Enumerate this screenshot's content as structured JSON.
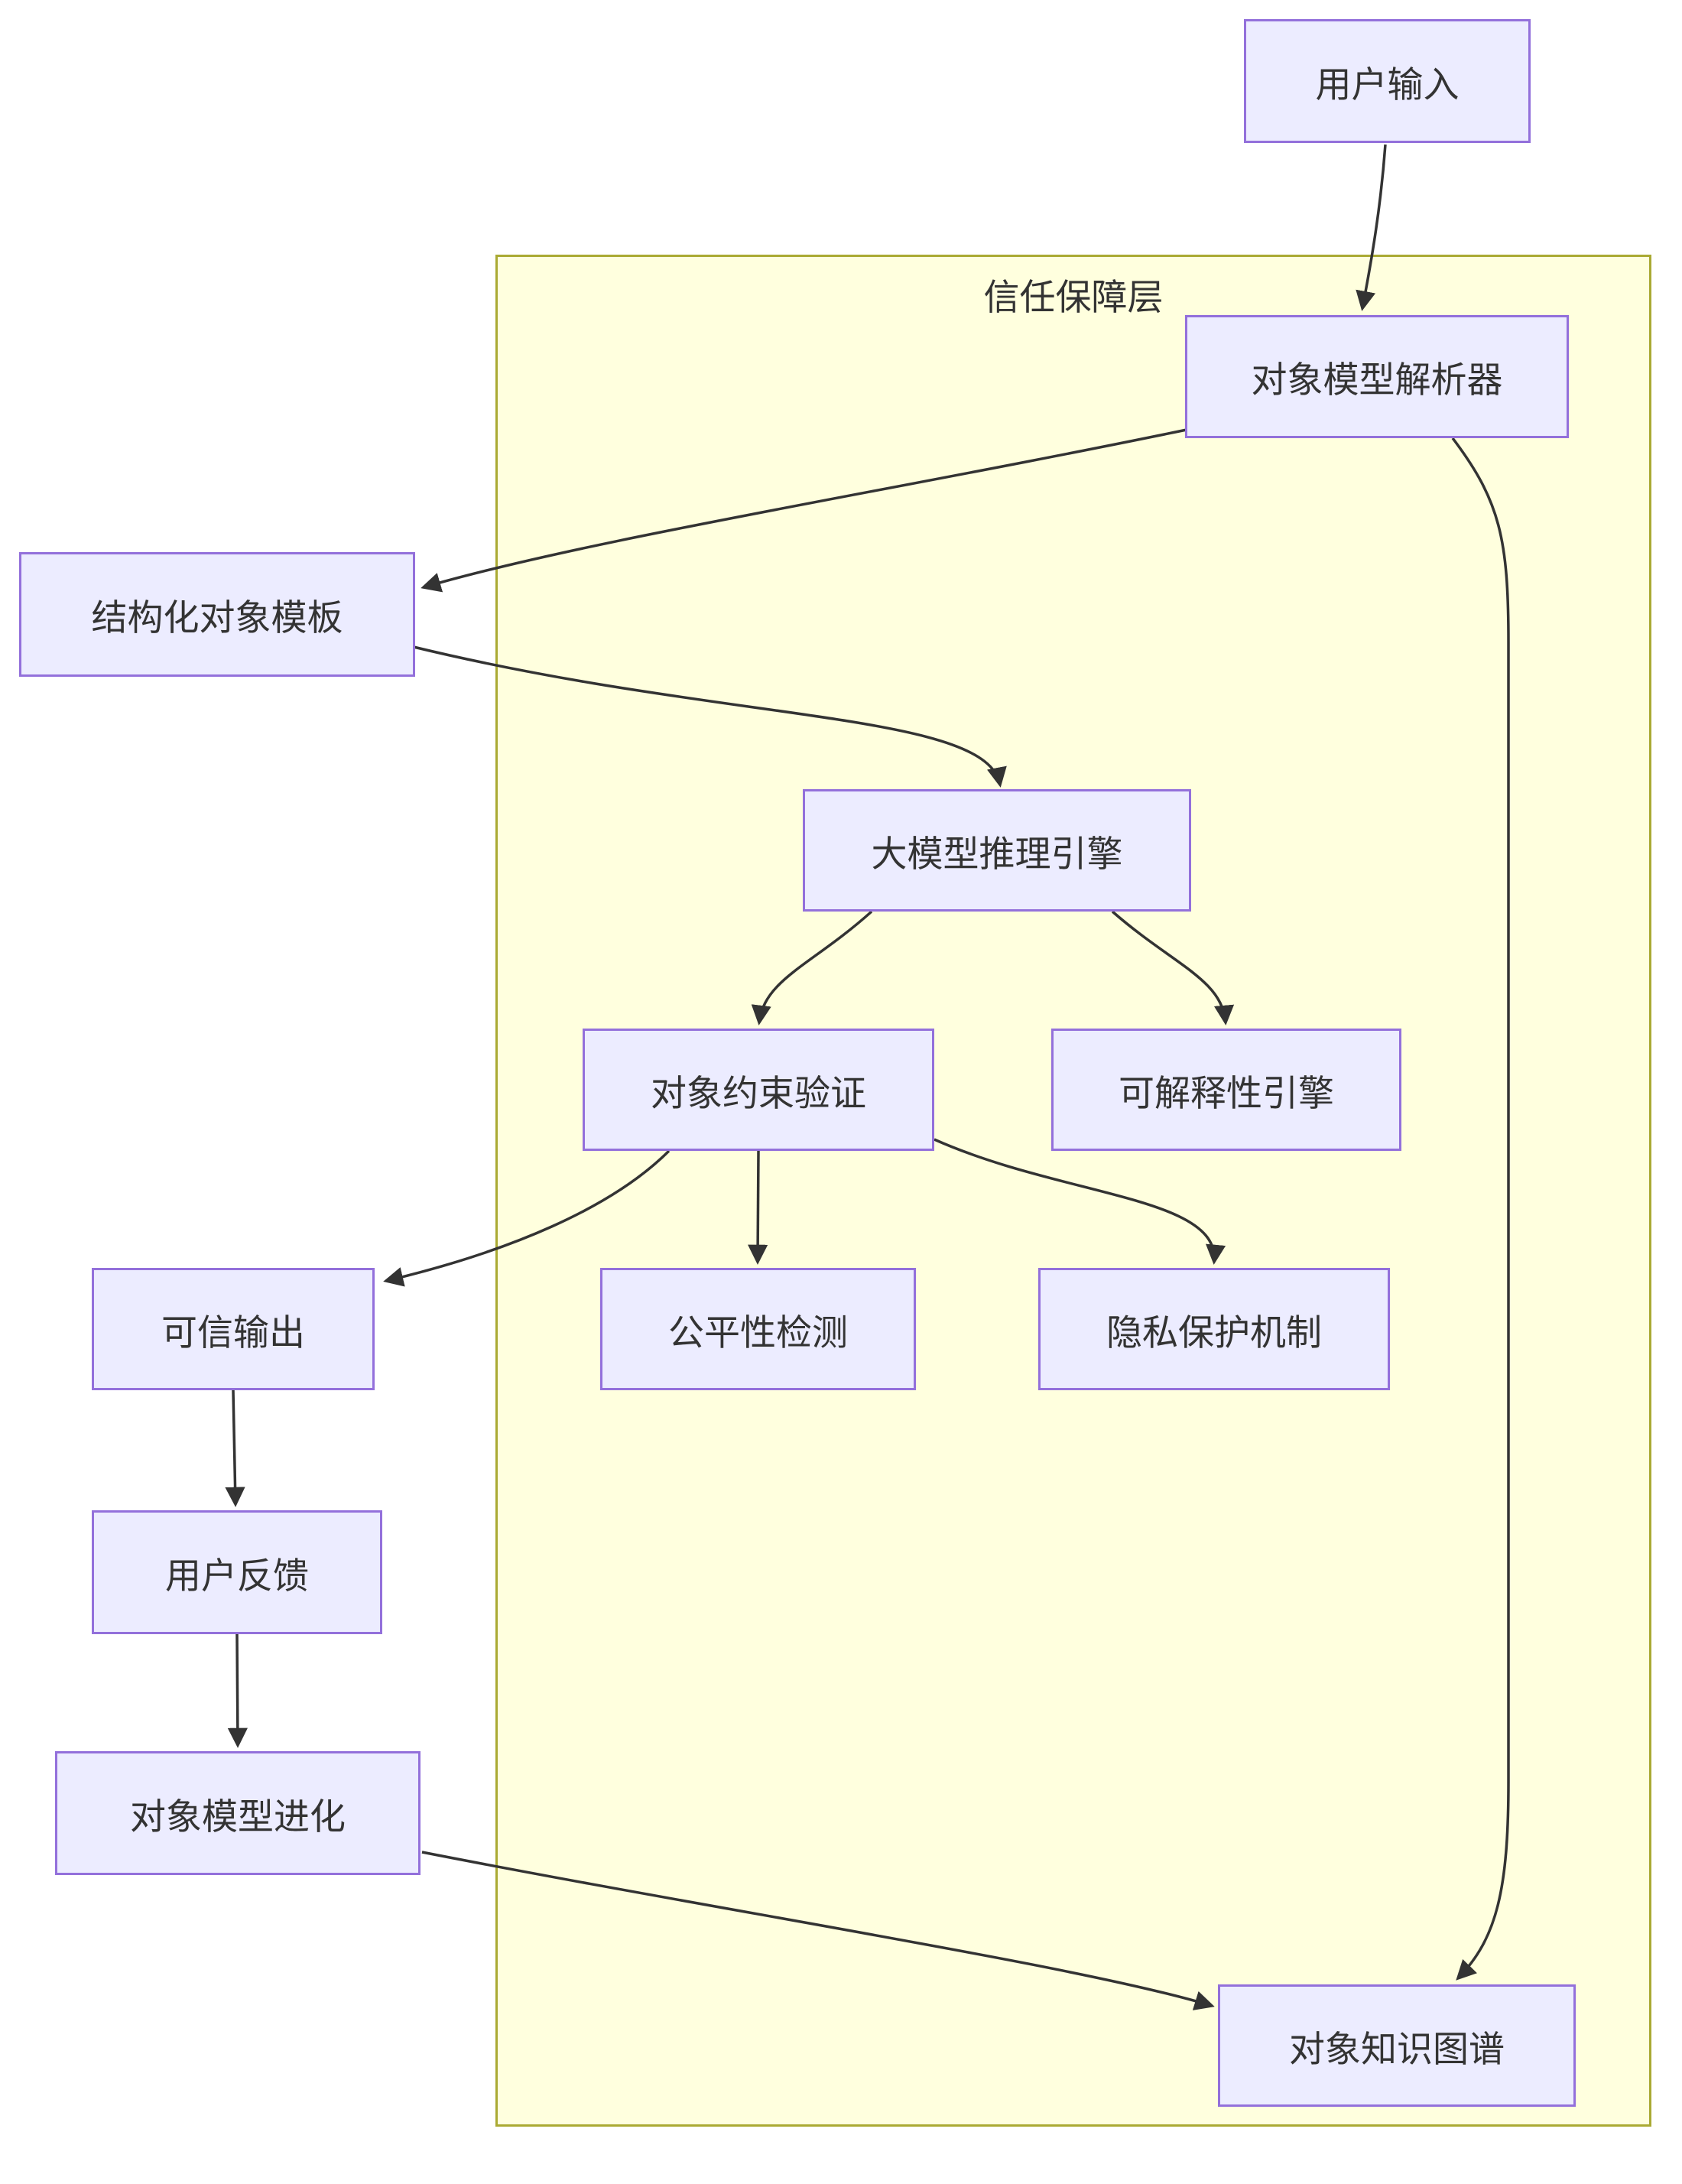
{
  "diagram": {
    "type": "flowchart",
    "background": "#ffffff",
    "subgraph": {
      "label": "信任保障层"
    },
    "nodes": [
      {
        "id": "user-input",
        "label": "用户输入"
      },
      {
        "id": "object-model-parser",
        "label": "对象模型解析器"
      },
      {
        "id": "structured-object-template",
        "label": "结构化对象模板"
      },
      {
        "id": "llm-reasoning-engine",
        "label": "大模型推理引擎"
      },
      {
        "id": "object-constraint-validation",
        "label": "对象约束验证"
      },
      {
        "id": "explainability-engine",
        "label": "可解释性引擎"
      },
      {
        "id": "trusted-output",
        "label": "可信输出"
      },
      {
        "id": "fairness-detection",
        "label": "公平性检测"
      },
      {
        "id": "privacy-protection",
        "label": "隐私保护机制"
      },
      {
        "id": "user-feedback",
        "label": "用户反馈"
      },
      {
        "id": "object-model-evolution",
        "label": "对象模型进化"
      },
      {
        "id": "object-knowledge-graph",
        "label": "对象知识图谱"
      }
    ],
    "edges": [
      {
        "from": "用户输入",
        "to": "对象模型解析器"
      },
      {
        "from": "对象模型解析器",
        "to": "结构化对象模板"
      },
      {
        "from": "结构化对象模板",
        "to": "大模型推理引擎"
      },
      {
        "from": "大模型推理引擎",
        "to": "对象约束验证"
      },
      {
        "from": "大模型推理引擎",
        "to": "可解释性引擎"
      },
      {
        "from": "对象约束验证",
        "to": "可信输出"
      },
      {
        "from": "对象约束验证",
        "to": "公平性检测"
      },
      {
        "from": "对象约束验证",
        "to": "隐私保护机制"
      },
      {
        "from": "可信输出",
        "to": "用户反馈"
      },
      {
        "from": "用户反馈",
        "to": "对象模型进化"
      },
      {
        "from": "对象模型进化",
        "to": "对象知识图谱"
      },
      {
        "from": "对象模型解析器",
        "to": "对象知识图谱"
      }
    ],
    "colors": {
      "node_fill": "#ECECFF",
      "node_border": "#9370DB",
      "subgraph_fill": "#FFFFDE",
      "subgraph_border": "#AAAA33",
      "edge": "#333333",
      "text": "#333333"
    }
  }
}
